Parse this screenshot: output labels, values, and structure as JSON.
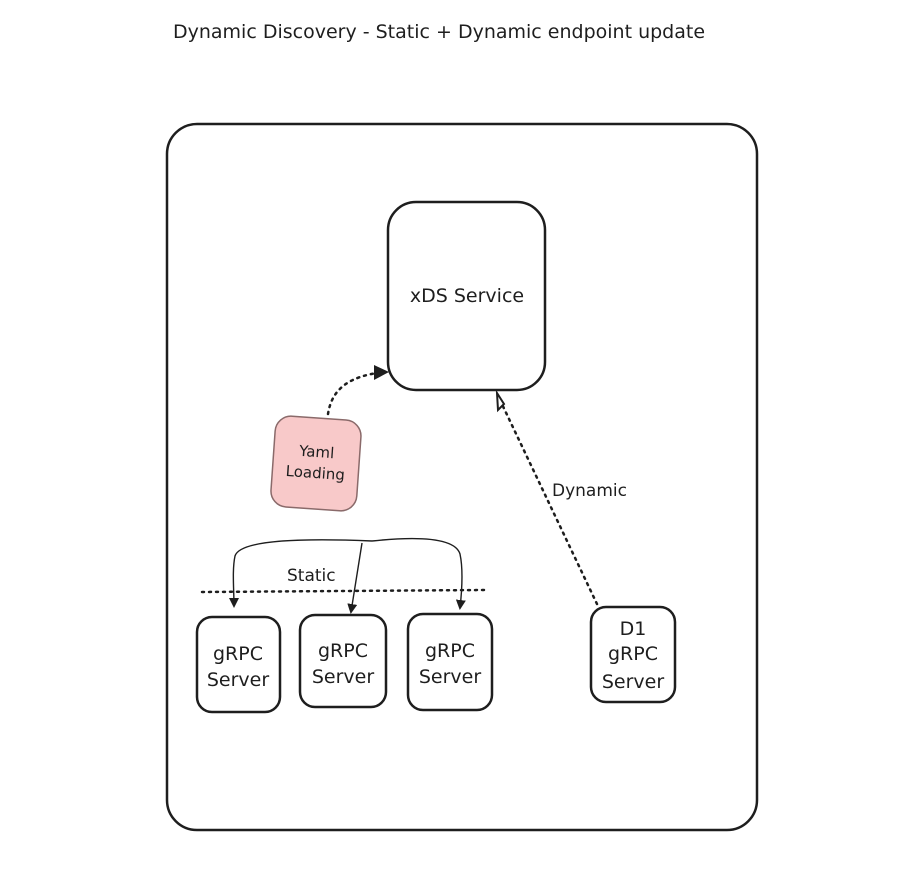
{
  "title": "Dynamic Discovery - Static + Dynamic endpoint update",
  "nodes": {
    "xds_service": {
      "label": "xDS Service"
    },
    "yaml_loading": {
      "line1": "Yaml",
      "line2": "Loading"
    },
    "grpc_server_1": {
      "line1": "gRPC",
      "line2": "Server"
    },
    "grpc_server_2": {
      "line1": "gRPC",
      "line2": "Server"
    },
    "grpc_server_3": {
      "line1": "gRPC",
      "line2": "Server"
    },
    "d1_grpc_server": {
      "line1": "D1",
      "line2": "gRPC",
      "line3": "Server"
    }
  },
  "edges": {
    "static_label": "Static",
    "dynamic_label": "Dynamic"
  },
  "colors": {
    "stroke": "#1e1e1e",
    "yaml_fill": "#f8c9c9",
    "background": "#ffffff"
  }
}
